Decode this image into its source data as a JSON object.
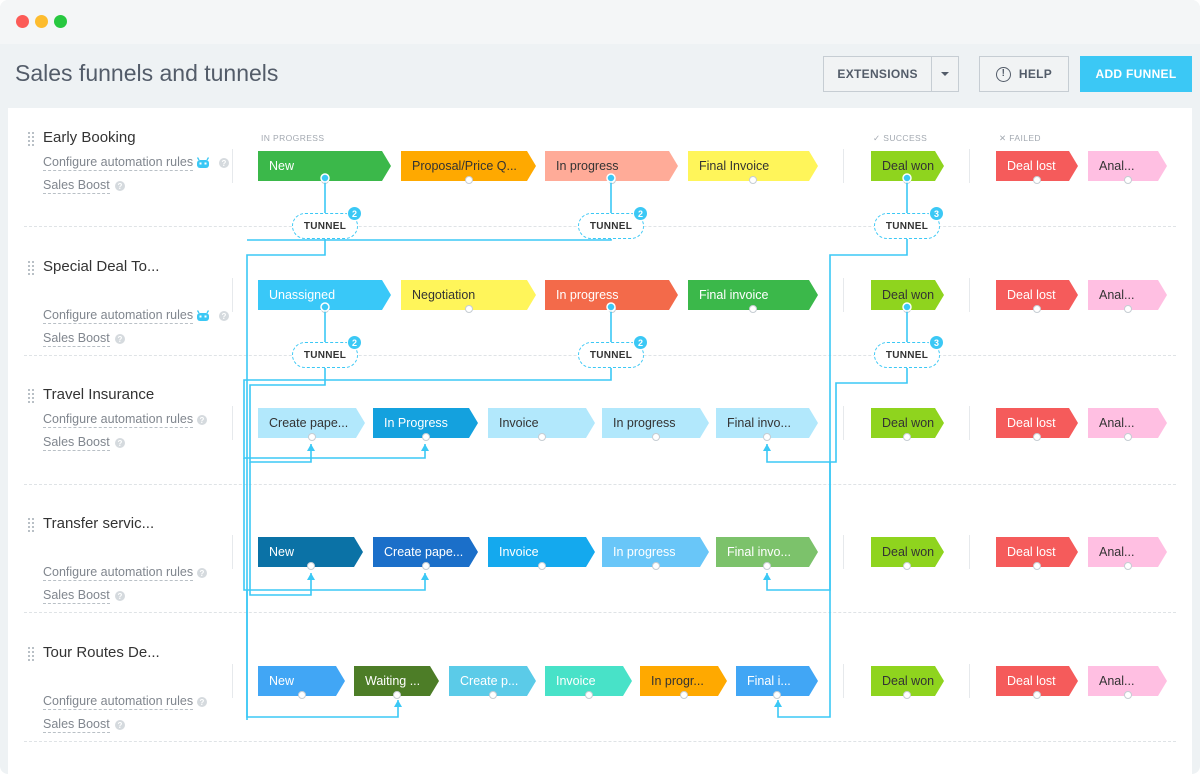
{
  "window": {
    "title": "Sales funnels and tunnels"
  },
  "toolbar": {
    "extensions_label": "EXTENSIONS",
    "help_label": "HELP",
    "add_label": "ADD FUNNEL"
  },
  "columns": {
    "in_progress": "IN PROGRESS",
    "success": "✓ SUCCESS",
    "failed": "✕ FAILED"
  },
  "common": {
    "automation": "Configure automation rules",
    "boost": "Sales Boost",
    "tunnel_label": "TUNNEL",
    "success_stage": "Deal won",
    "failed_stage": "Deal lost",
    "failed_stage2": "Anal..."
  },
  "funnels": [
    {
      "name": "Early Booking",
      "stages": [
        "New",
        "Proposal/Price Q...",
        "In progress",
        "Final Invoice"
      ]
    },
    {
      "name": "Special Deal To...",
      "stages": [
        "Unassigned",
        "Negotiation",
        "In progress",
        "Final invoice"
      ]
    },
    {
      "name": "Travel Insurance",
      "stages": [
        "Create pape...",
        "In Progress",
        "Invoice",
        "In progress",
        "Final invo..."
      ]
    },
    {
      "name": "Transfer servic...",
      "stages": [
        "New",
        "Create pape...",
        "Invoice",
        "In progress",
        "Final invo..."
      ]
    },
    {
      "name": "Tour Routes De...",
      "stages": [
        "New",
        "Waiting ...",
        "Create p...",
        "Invoice",
        "In progr...",
        "Final i..."
      ]
    }
  ],
  "tunnels": [
    {
      "count": "2"
    },
    {
      "count": "2"
    },
    {
      "count": "3"
    },
    {
      "count": "2"
    },
    {
      "count": "2"
    },
    {
      "count": "3"
    }
  ],
  "colors": {
    "accent": "#3bc8f5",
    "f1": [
      "#3bb84a",
      "#ffa900",
      "#ffab98",
      "#fff55a"
    ],
    "f2": [
      "#39c8f8",
      "#fff55a",
      "#f36a4a",
      "#3bb84a"
    ],
    "f3": [
      "#b2e8fc",
      "#14a1de",
      "#b2e8fc",
      "#b2e8fc",
      "#b2e8fc"
    ],
    "f4": [
      "#0b72a6",
      "#1b6fc9",
      "#14a9ee",
      "#69c6f8",
      "#7cc26b"
    ],
    "f5": [
      "#41a6f5",
      "#4d7d27",
      "#5bcbe8",
      "#48e2c8",
      "#ffa900",
      "#41a6f5"
    ],
    "success": "#8fd41e",
    "failed1": "#f55b5b",
    "failed2": "#ffbfe2"
  }
}
